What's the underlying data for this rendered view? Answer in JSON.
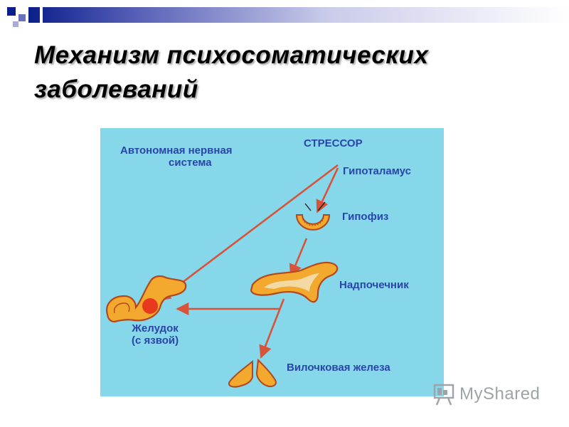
{
  "slide": {
    "title_line1": "Механизм психосоматических",
    "title_line2": "заболеваний"
  },
  "diagram": {
    "labels": {
      "autonomic_line1": "Автономная нервная",
      "autonomic_line2": "система",
      "stressor": "СТРЕССОР",
      "hypothalamus": "Гипоталамус",
      "pituitary": "Гипофиз",
      "adrenal": "Надпочечник",
      "stomach_line1": "Желудок",
      "stomach_line2": "(с язвой)",
      "thymus": "Вилочковая железа"
    },
    "colors": {
      "background": "#86d7ea",
      "label": "#2a45a8",
      "arrow": "#d7543a",
      "organ_fill": "#f2a92e",
      "organ_stroke": "#b3471e",
      "organ_inner": "#f3d9a4",
      "ulcer": "#e8391e"
    }
  },
  "watermark": {
    "text": "MyShared",
    "icon": "presentation-board-icon"
  }
}
